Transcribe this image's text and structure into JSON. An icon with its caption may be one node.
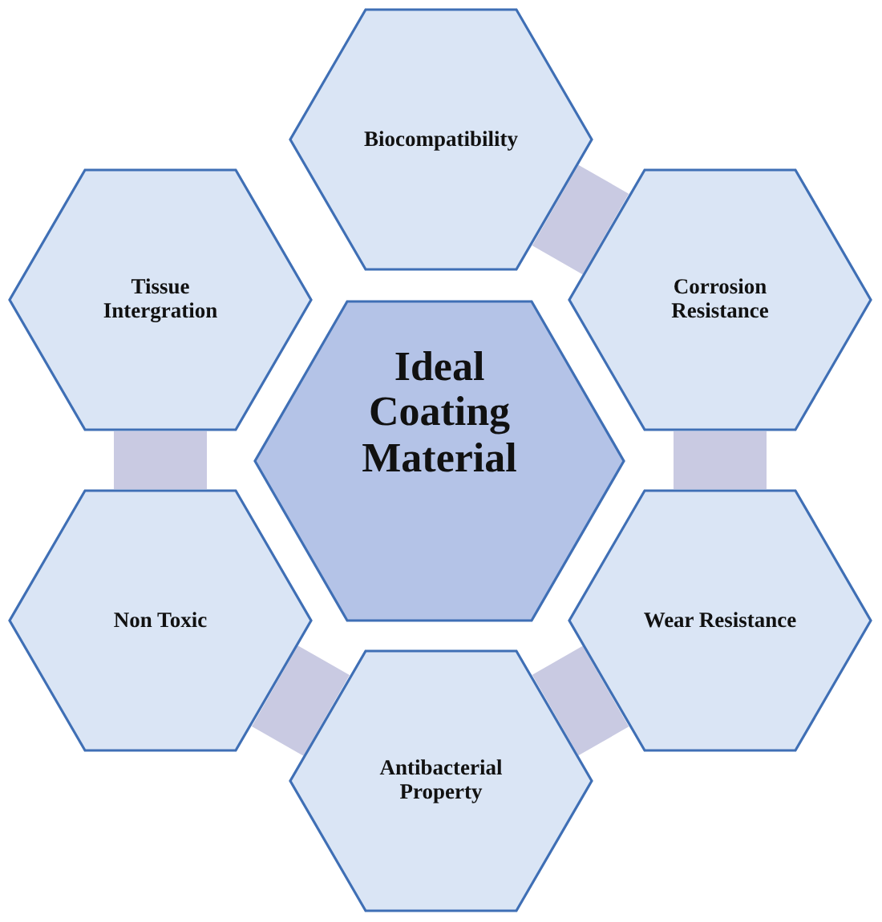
{
  "diagram": {
    "nodes": [
      {
        "text": [
          "Biocompatibility"
        ]
      },
      {
        "text": [
          "Tissue Intergration"
        ]
      },
      {
        "text": [
          "Corrosion Resistance"
        ]
      },
      {
        "text": [
          "Ideal Coating Material"
        ]
      },
      {
        "text": [
          "Non Toxic"
        ]
      },
      {
        "text": [
          "Wear Resistance"
        ]
      },
      {
        "text": [
          "Antibacterial Property"
        ]
      }
    ],
    "edges": [
      {
        "from": 0,
        "to": 2,
        "arrow": "none"
      },
      {
        "from": 2,
        "to": 5,
        "arrow": "none"
      },
      {
        "from": 5,
        "to": 6,
        "arrow": "none"
      },
      {
        "from": 4,
        "to": 6,
        "arrow": "none"
      },
      {
        "from": 1,
        "to": 4,
        "arrow": "none"
      }
    ]
  }
}
